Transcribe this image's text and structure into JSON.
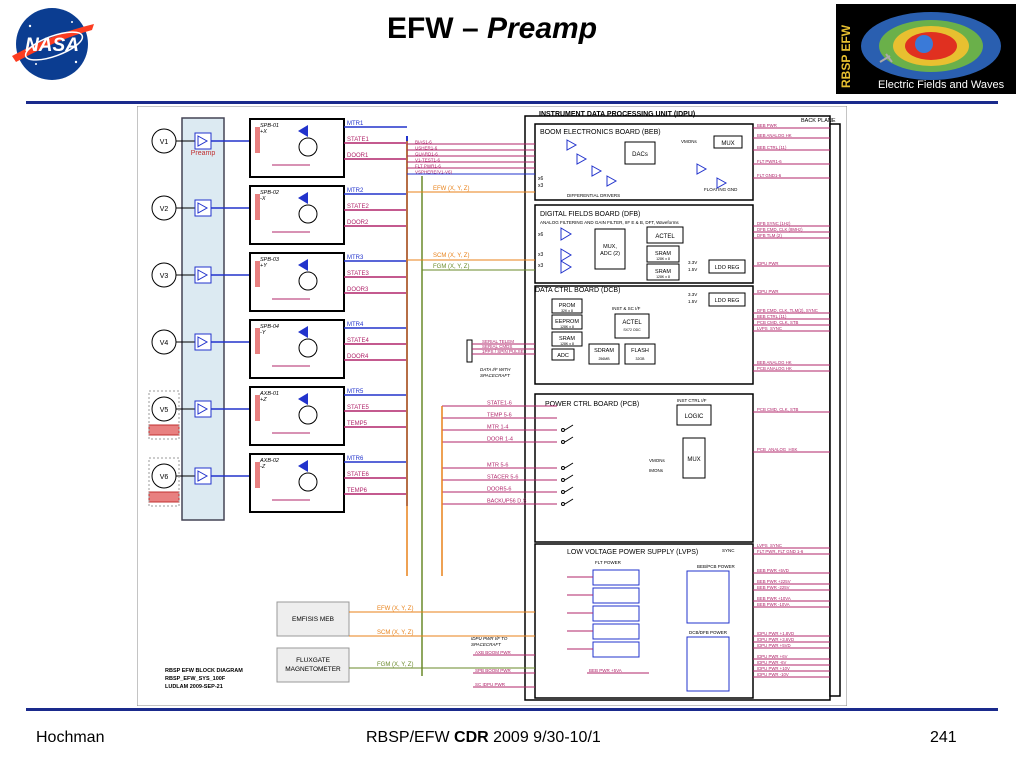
{
  "header": {
    "title_prefix": "EFW – ",
    "title_emph": "Preamp"
  },
  "logos": {
    "nasa": "NASA",
    "rbsp_vertical": "RBSP EFW",
    "rbsp_caption": "Electric Fields and Waves"
  },
  "footer": {
    "author": "Hochman",
    "center_prefix": "RBSP/EFW ",
    "center_emph": "CDR",
    "center_suffix": " 2009 9/30-10/1",
    "page": "241"
  },
  "diagram": {
    "preamp_label": "Preamp",
    "sensors": [
      {
        "v": "V1",
        "name": "SPB-01",
        "axis": "+X",
        "sig": [
          "MTR1",
          "STATE1",
          "DOOR1"
        ]
      },
      {
        "v": "V2",
        "name": "SPB-02",
        "axis": "-X",
        "sig": [
          "MTR2",
          "STATE2",
          "DOOR2"
        ]
      },
      {
        "v": "V3",
        "name": "SPB-03",
        "axis": "+Y",
        "sig": [
          "MTR3",
          "STATE3",
          "DOOR3"
        ]
      },
      {
        "v": "V4",
        "name": "SPB-04",
        "axis": "-Y",
        "sig": [
          "MTR4",
          "STATE4",
          "DOOR4"
        ]
      },
      {
        "v": "V5",
        "name": "AXB-01",
        "axis": "+Z",
        "sig": [
          "MTR5",
          "STATE5",
          "TEMP5"
        ]
      },
      {
        "v": "V6",
        "name": "AXB-02",
        "axis": "-Z",
        "sig": [
          "MTR6",
          "STATE6",
          "TEMP6"
        ]
      }
    ],
    "idpu_title": "INSTRUMENT DATA PROCESSING UNIT (IDPU)",
    "back_plane": "BACK PLANE",
    "beb": {
      "title": "BOOM ELECTRONICS BOARD (BEB)",
      "dacs": "DACs",
      "mux": "MUX",
      "vmon": "VMONs",
      "drivers": "DIFFERENTIAL DRIVERS",
      "floating": "FLOATING GND",
      "in1": "x6",
      "in2": "x3"
    },
    "beb_sigs": [
      "BIAS1-6",
      "USHER1-6",
      "GUARD1-6",
      "V1-TEST1-6",
      "FLT PWR1-6",
      "VSPHERE(V1-V6)"
    ],
    "efw_bus": "EFW (X, Y, Z)",
    "scm_bus": "SCM (X, Y, Z)",
    "fgm_bus": "FGM  (X, Y, Z)",
    "dfb": {
      "title": "DIGITAL FIELDS BOARD (DFB)",
      "sub": "ANALOG FILTERING AND GAIN     FILTER, IIF      E & B, DFT, Waveforms",
      "mux": "MUX,",
      "adc": "ADC (2)",
      "actel": "ACTEL",
      "sram1": "SRAM",
      "sram1_sub": "128K x 8",
      "sram2": "SRAM",
      "sram2_sub": "128K x 8",
      "ldo": "LDO REG",
      "v1": "3.3V",
      "v2": "1.5V",
      "in1": "x6",
      "in2": "x3",
      "in3": "x3"
    },
    "dcb": {
      "title": "DATA CTRL BOARD (DCB)",
      "prom": "PROM",
      "prom_sub": "32K x 8",
      "eeprom": "EEPROM",
      "eeprom_sub": "128K x 8",
      "sram": "SRAM",
      "sram_sub": "128K x 8",
      "actel": "ACTEL",
      "actel_sub": "SX72 ODC",
      "inst": "INST & SC I/F",
      "adc": "ADC",
      "sdram": "SDRAM",
      "sdram_sub": "256MB",
      "flash": "FLASH",
      "flash_sub": "32GB",
      "ldo": "LDO REG",
      "v1": "3.3V",
      "v2": "1.5V"
    },
    "telem": [
      "SERIAL TELEM",
      "SERIAL CMDS",
      "1PPS / SPIN PULSE"
    ],
    "data_if": [
      "DATA I/F WITH",
      "SPACECRAFT"
    ],
    "pcb": {
      "title": "POWER CTRL BOARD (PCB)",
      "ctrl": "INST CTRL I/F",
      "logic": "LOGIC",
      "mux": "MUX",
      "vmon": "VMONs",
      "imon": "IMONs"
    },
    "pcb_in": [
      "STATE1-6",
      "TEMP 5-6",
      "MTR 1-4",
      "DOOR 1-4",
      "MTR 5-6",
      "STACER 5-6",
      "DOOR5-6",
      "BACKUP56 D,S"
    ],
    "lvps": {
      "title": "LOW VOLTAGE POWER SUPPLY (LVPS)",
      "sync": "SYNC",
      "flt": "FLT POWER",
      "bebpcb": "BEB/PCB POWER",
      "dcbdfb": "DCB/DFB POWER",
      "idpu_if": [
        "IDPU PWR I/F TO",
        "SPACECRAFT"
      ]
    },
    "right_sigs": [
      "BEB PWR",
      "BEB ANALOG HK",
      "BEB CTRL (11)",
      "FLT PWR1-6",
      "FLT GND1-6",
      "DFB SYNC (1Hz)",
      "DFB CMD, CLK (8MHz)",
      "DFB TLM (2)",
      "IDPU PWR",
      "IDPU PWR",
      "DFB CMD, CLK, TLM(2), SYNC",
      "BEB CTRL (11)",
      "PCB CMD, CLK, STB",
      "LVPS_SYNC",
      "BEB ANALOG HK",
      "PCB ANALOG HK",
      "PCB CMD, CLK, STB",
      "PCB_ANALOG_HSK",
      "LVPS_SYNC",
      "FLT PWR, FLT GND 1-6",
      "BEB PWR +5VD",
      "BEB PWR +225V",
      "BEB PWR -225V",
      "BEB PWR +10VA",
      "BEB PWR -10VA",
      "IDPU PWR +1.8VD",
      "IDPU PWR +3.6VD",
      "IDPU PWR +5VD",
      "IDPU PWR +6V",
      "IDPU PWR -6V",
      "IDPU PWR +10V",
      "IDPU PWR -10V"
    ],
    "bottom_sigs": [
      "AXB BOOM PWR",
      "SPB BOOM PWR",
      "SC IDPU PWR",
      "BEB PWR +5VA"
    ],
    "emfisis": "EMFISIS MEB",
    "flux": [
      "FLUXGATE",
      "MAGNETOMETER"
    ],
    "meta": [
      "RBSP EFW BLOCK DIAGRAM",
      "RBSP_EFW_SYS_100F",
      "LUDLAM 2009-SEP-21"
    ],
    "colors": {
      "blue": "#2233cc",
      "magenta": "#b0246a",
      "orange": "#e8821a",
      "green": "#6a8a2a",
      "rule": "#1a2a8c"
    }
  }
}
